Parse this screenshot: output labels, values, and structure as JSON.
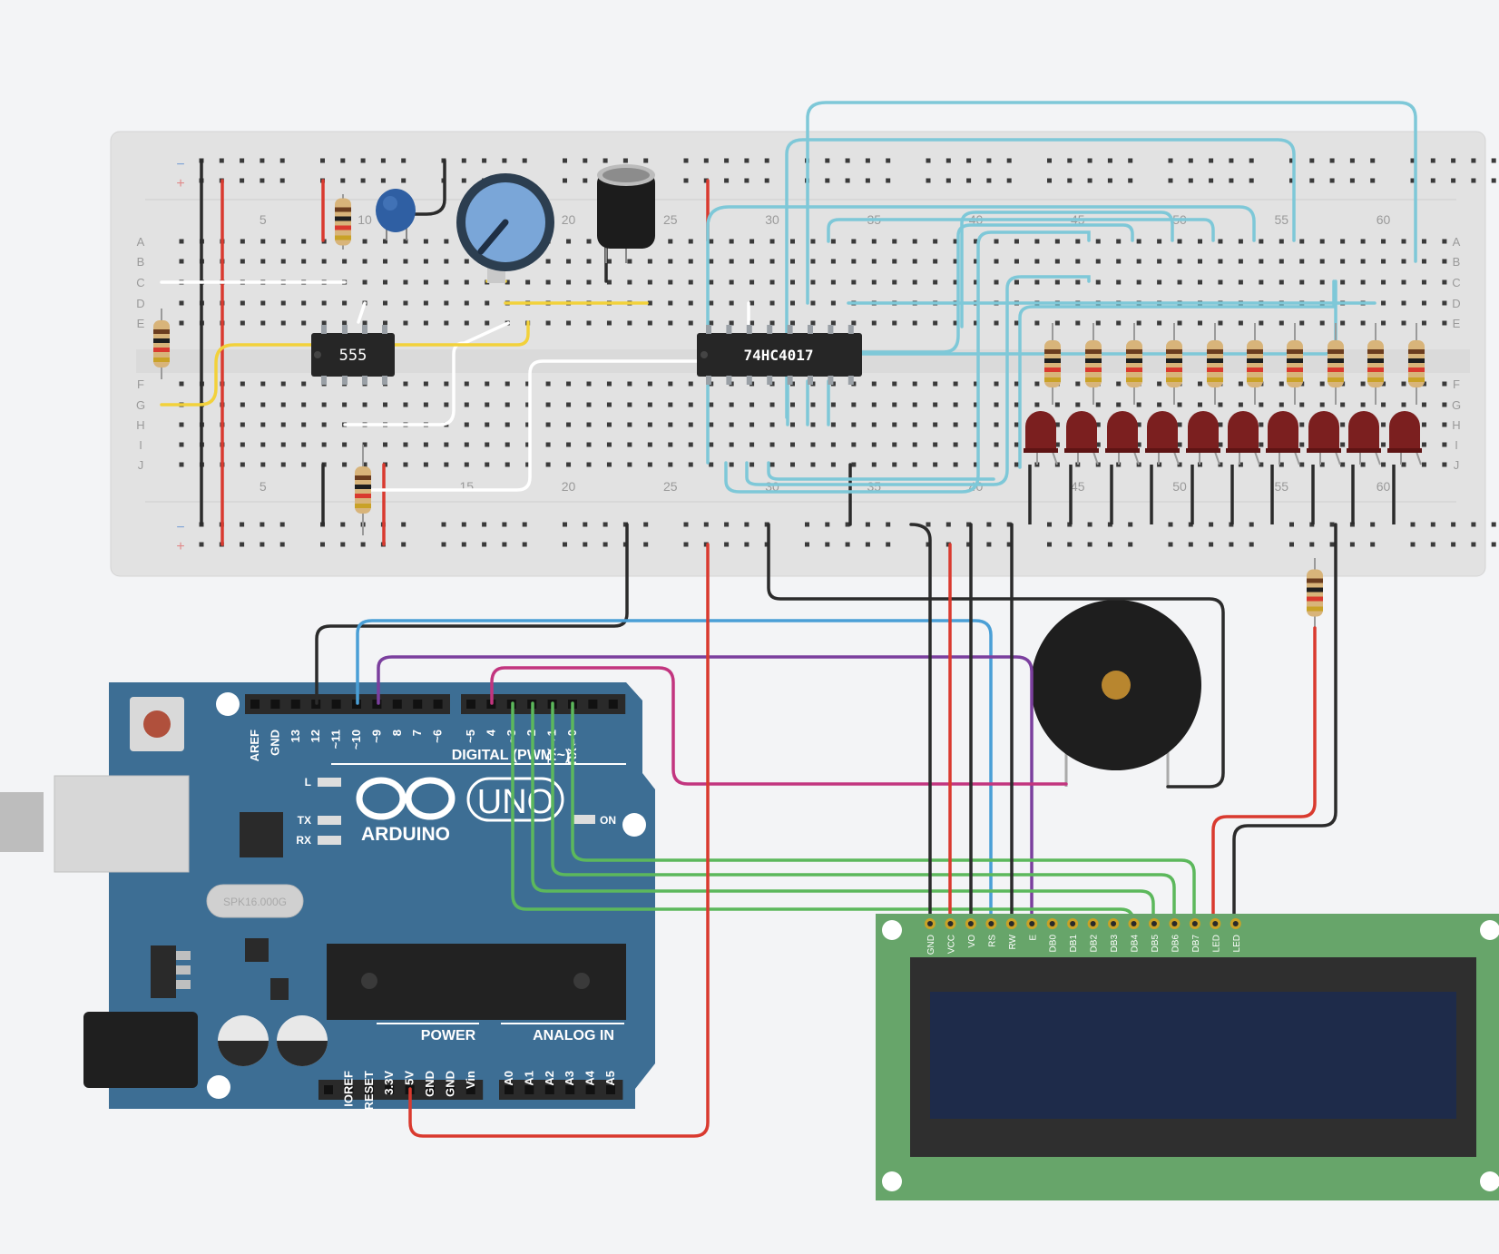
{
  "breadboard": {
    "rail_minus": "−",
    "rail_plus": "+",
    "row_labels": [
      "A",
      "B",
      "C",
      "D",
      "E",
      "F",
      "G",
      "H",
      "I",
      "J"
    ],
    "col_labels": [
      "5",
      "10",
      "15",
      "20",
      "25",
      "30",
      "35",
      "40",
      "45",
      "50",
      "55",
      "60"
    ]
  },
  "components": {
    "timer_ic": "555",
    "counter_ic": "74HC4017",
    "led_count": 10,
    "led_color": "#7b1f1f",
    "wire_cyan": "#7ec8d8",
    "wire_yellow": "#f2d13b",
    "wire_red": "#d93a2f",
    "wire_black": "#2b2b2b",
    "wire_green": "#5cb85c",
    "wire_blue": "#4a9fd6",
    "wire_purple": "#7b3f9e",
    "wire_magenta": "#c2357f"
  },
  "arduino": {
    "brand": "ARDUINO",
    "model": "UNO",
    "digital_label": "DIGITAL (PWM ~)",
    "digital_pins": [
      "AREF",
      "GND",
      "13",
      "12",
      "~11",
      "~10",
      "~9",
      "8",
      "7",
      "~6",
      "~5",
      "4",
      "~3",
      "2",
      "TX→1",
      "RX←0"
    ],
    "led_l": "L",
    "led_tx": "TX",
    "led_rx": "RX",
    "led_on": "ON",
    "crystal": "SPK16.000G",
    "power_label": "POWER",
    "analog_label": "ANALOG IN",
    "power_pins": [
      "IOREF",
      "RESET",
      "3.3V",
      "5V",
      "GND",
      "GND",
      "Vin"
    ],
    "analog_pins": [
      "A0",
      "A1",
      "A2",
      "A3",
      "A4",
      "A5"
    ],
    "board_color": "#3d6e94"
  },
  "lcd": {
    "pins": [
      "GND",
      "VCC",
      "VO",
      "RS",
      "RW",
      "E",
      "DB0",
      "DB1",
      "DB2",
      "DB3",
      "DB4",
      "DB5",
      "DB6",
      "DB7",
      "LED",
      "LED"
    ],
    "pcb_color": "#67a56a",
    "screen_color": "#1e2b4a"
  }
}
